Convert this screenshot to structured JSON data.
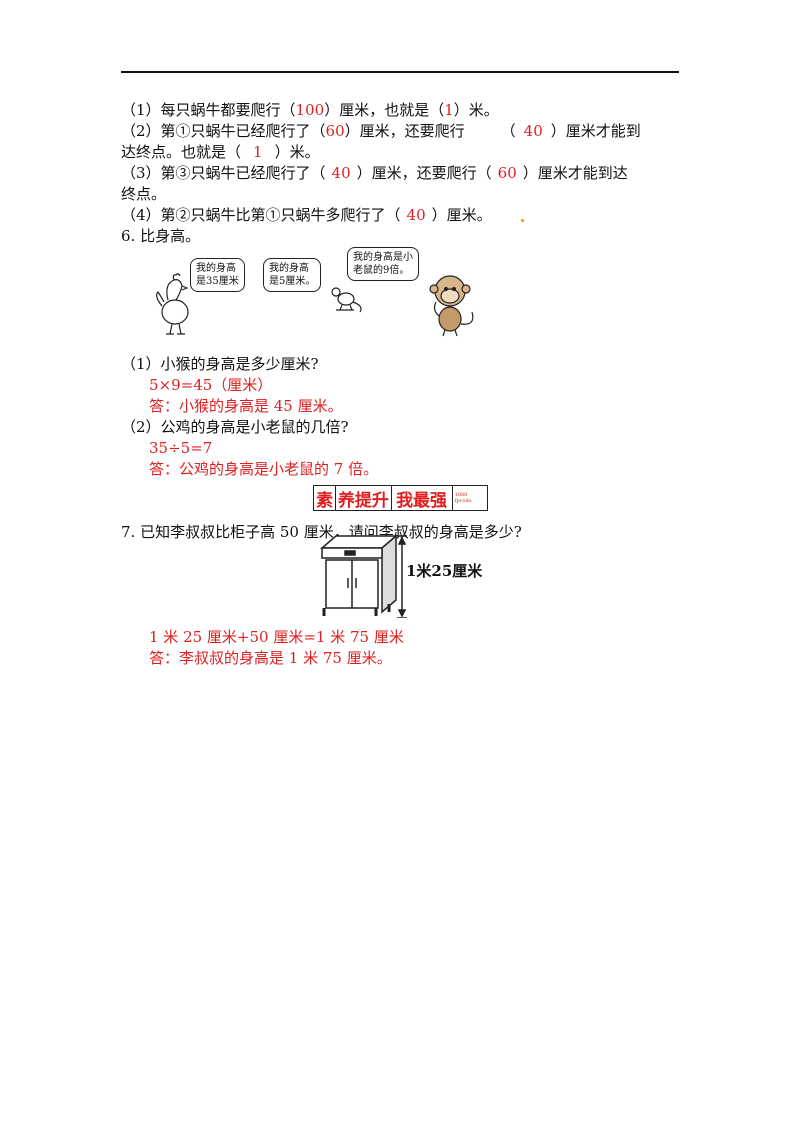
{
  "q5": {
    "l1_a": "（1）每只蜗牛都要爬行（",
    "l1_v1": "100",
    "l1_b": "）厘米，也就是（",
    "l1_v2": "1",
    "l1_c": "）米。",
    "l2_a": "（2）第①只蜗牛已经爬行了（",
    "l2_v1": "60",
    "l2_b": "）厘米，还要爬行",
    "l2_c": "（",
    "l2_v2": "40",
    "l2_d": "）厘米才能到",
    "l3_a": "达终点。也就是（",
    "l3_v": "1",
    "l3_b": "）米。",
    "l4_a": "（3）第③只蜗牛已经爬行了（",
    "l4_v1": "40",
    "l4_b": "）厘米，还要爬行（",
    "l4_v2": "60",
    "l4_c": "）厘米才能到达",
    "l5": "终点。",
    "l6_a": "（4）第②只蜗牛比第①只蜗牛多爬行了（",
    "l6_v": "40",
    "l6_b": "）厘米。"
  },
  "q6": {
    "title": "6. 比身高。",
    "bubble1": [
      "我的身高",
      "是35厘米"
    ],
    "bubble2": [
      "我的身高",
      "是5厘米。"
    ],
    "bubble3": [
      "我的身高是小",
      "老鼠的9倍。"
    ],
    "p1": "（1）小猴的身高是多少厘米?",
    "p1_calc": "5×9=45（厘米）",
    "p1_ans": "答：小猴的身高是 45 厘米。",
    "p2": "（2）公鸡的身高是小老鼠的几倍?",
    "p2_calc": "35÷5=7",
    "p2_ans": "答：公鸡的身高是小老鼠的 7 倍。"
  },
  "banner": {
    "c1": "素",
    "c2": "养提升",
    "c3": "我最强",
    "tiny": "1088 fpcodo"
  },
  "q7": {
    "title": "7. 已知李叔叔比柜子高 50 厘米，请问李叔叔的身高是多少?",
    "cabinet_label": "1米25厘米",
    "calc": "1 米 25 厘米+50 厘米=1 米 75 厘米",
    "ans": "答：李叔叔的身高是 1 米 75 厘米。"
  },
  "colors": {
    "answer": "#e02020",
    "accent_dot": "#e6a600"
  }
}
